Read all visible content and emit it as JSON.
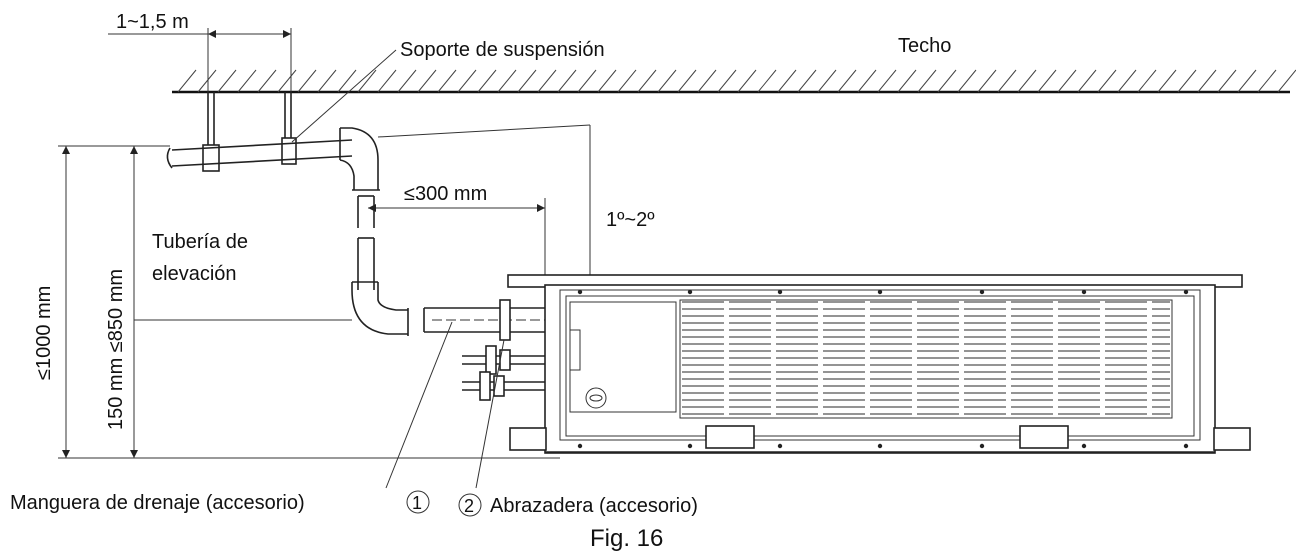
{
  "labels": {
    "hanger_spacing": "1~1,5 m",
    "hanger_support": "Soporte de suspensión",
    "ceiling": "Techo",
    "max_horizontal": "≤300 mm",
    "slope": "1º~2º",
    "riser_line1": "Tubería de",
    "riser_line2": "elevación",
    "total_height": "≤1000 mm",
    "riser_height": "150 mm ≤850 mm",
    "drain_hose": "Manguera de drenaje (accesorio)",
    "drain_hose_num": "1",
    "clamp_num": "2",
    "clamp": "Abrazadera (accesorio)",
    "figure": "Fig. 16"
  }
}
